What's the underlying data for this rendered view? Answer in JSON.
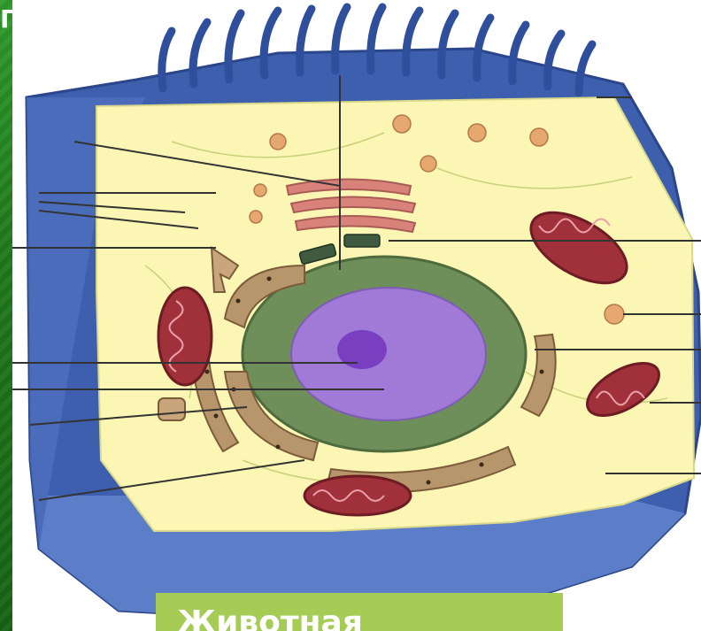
{
  "slide": {
    "title_fragment": "П",
    "caption": "Животная"
  },
  "colors": {
    "slide_green": "#1f7a1c",
    "caption_bg": "#a6cc55",
    "membrane_blue": "#3d5fae",
    "cytoplasm": "#fbf6b4",
    "nucleus_purple": "#a07ad6",
    "nuclear_envelope": "#6f8f5a",
    "er_brown": "#b8966b",
    "mitochondria": "#a0303a",
    "golgi": "#d9827a",
    "vesicle": "#e6a86e"
  },
  "diagram": {
    "image_name": "animal-cell-cutaway"
  }
}
